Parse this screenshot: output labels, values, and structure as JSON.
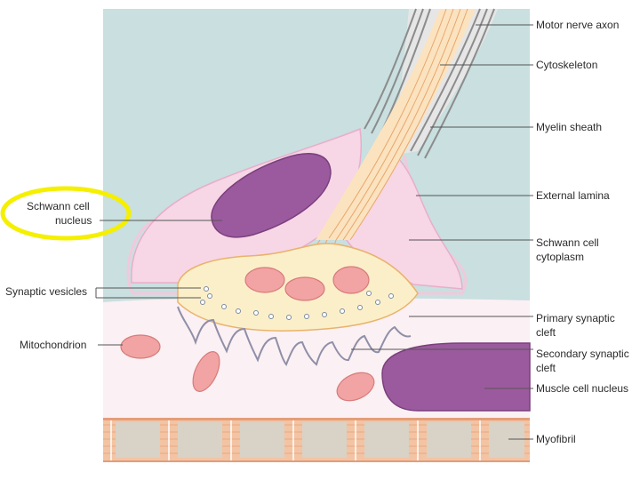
{
  "labels": {
    "motor_nerve_axon": "Motor nerve axon",
    "cytoskeleton": "Cytoskeleton",
    "myelin_sheath": "Myelin sheath",
    "external_lamina": "External lamina",
    "schwann_cytoplasm_1": "Schwann cell",
    "schwann_cytoplasm_2": "cytoplasm",
    "schwann_nucleus_1": "Schwann cell",
    "schwann_nucleus_2": "nucleus",
    "synaptic_vesicles": "Synaptic vesicles",
    "mitochondrion": "Mitochondrion",
    "primary_cleft_1": "Primary synaptic",
    "primary_cleft_2": "cleft",
    "secondary_cleft_1": "Secondary synaptic",
    "secondary_cleft_2": "cleft",
    "muscle_nucleus": "Muscle cell nucleus",
    "myofibril": "Myofibril"
  },
  "colors": {
    "extracellular": "#c9dfe0",
    "muscle_cell": "#fbf0f3",
    "schwann_cytoplasm": "#f7d6e6",
    "nucleus": "#9c5a9e",
    "terminal": "#fbefc9",
    "mitochondrion": "#f2a3a3",
    "myofibril": "#f3c4a4",
    "highlight": "#f5ef00"
  }
}
